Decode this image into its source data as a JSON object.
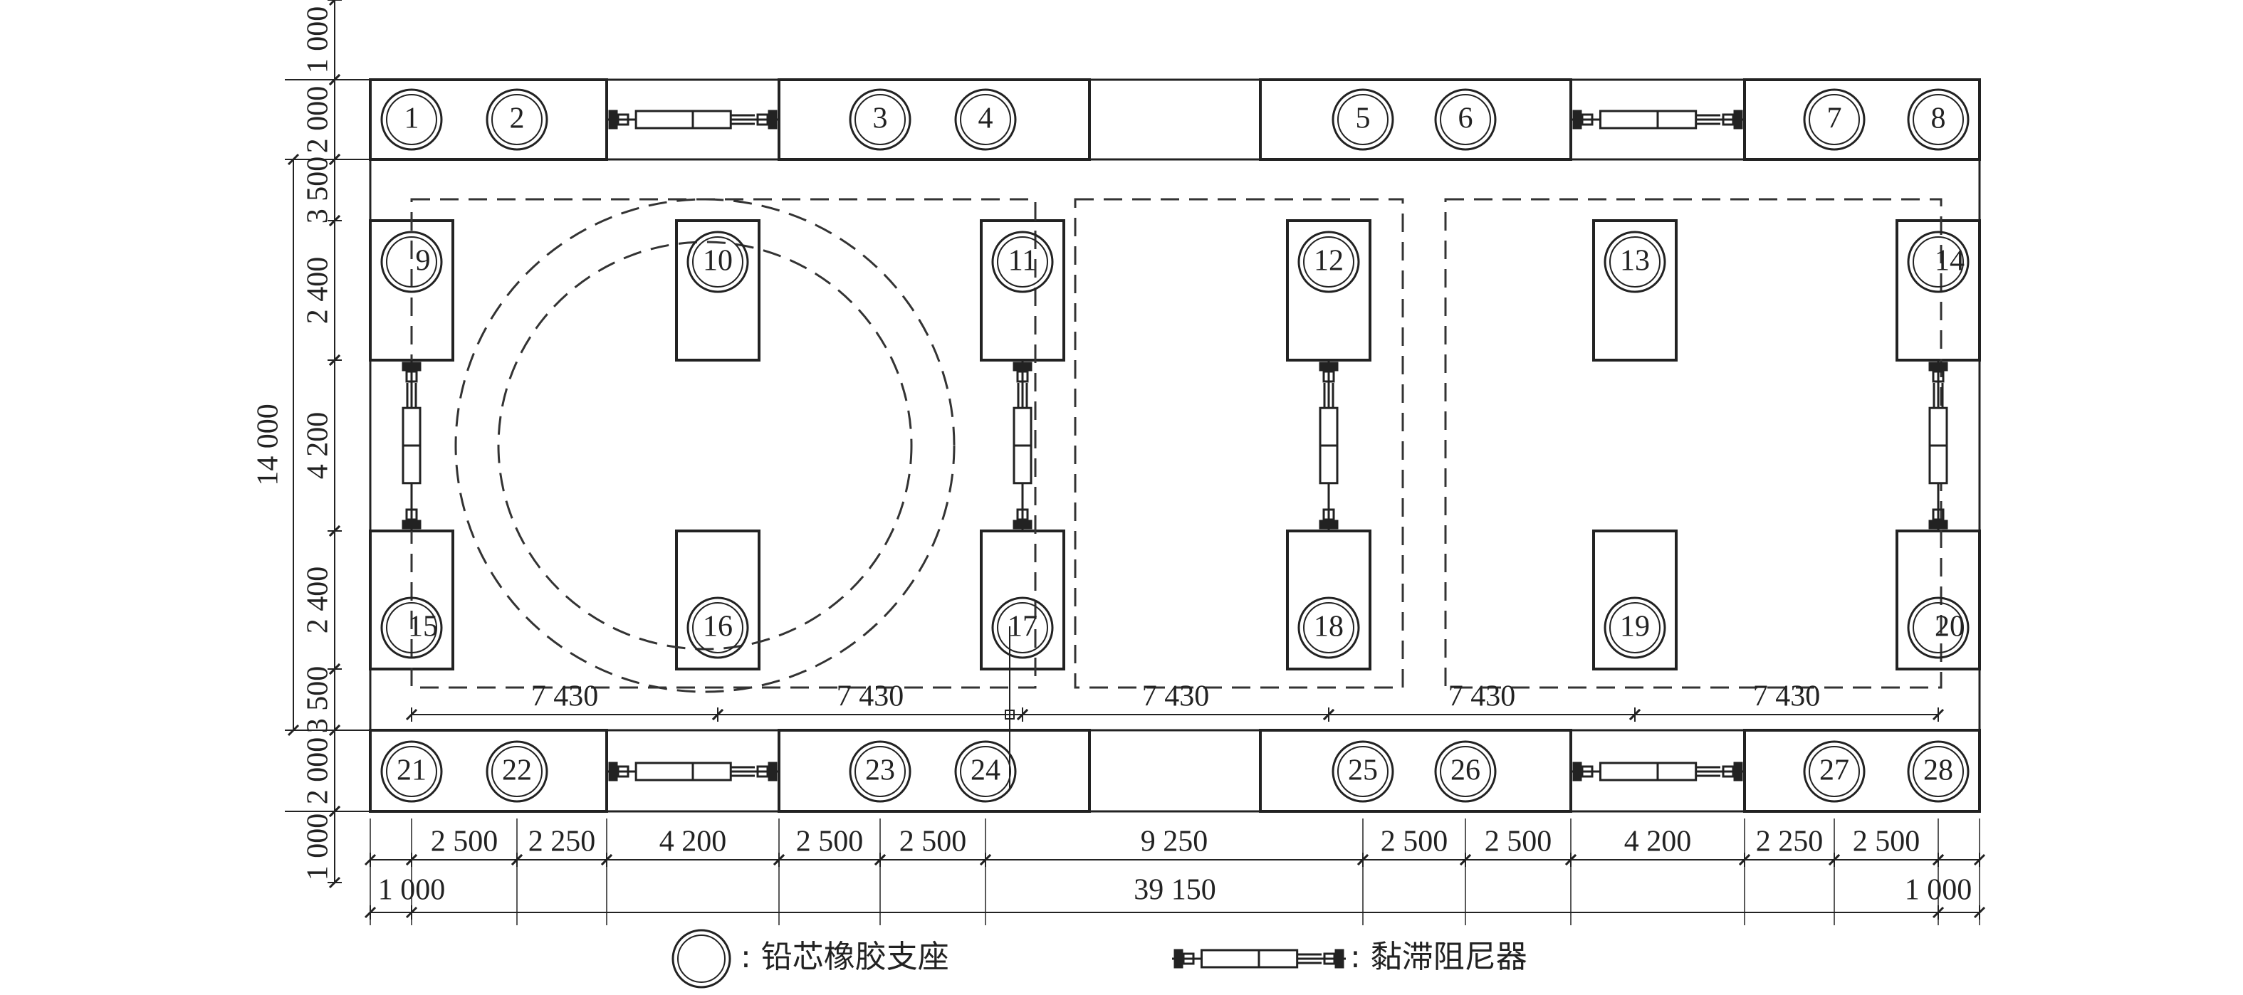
{
  "bearings": [
    {
      "id": "1",
      "label": "1"
    },
    {
      "id": "2",
      "label": "2"
    },
    {
      "id": "3",
      "label": "3"
    },
    {
      "id": "4",
      "label": "4"
    },
    {
      "id": "5",
      "label": "5"
    },
    {
      "id": "6",
      "label": "6"
    },
    {
      "id": "7",
      "label": "7"
    },
    {
      "id": "8",
      "label": "8"
    },
    {
      "id": "9",
      "label": "9"
    },
    {
      "id": "10",
      "label": "10"
    },
    {
      "id": "11",
      "label": "11"
    },
    {
      "id": "12",
      "label": "12"
    },
    {
      "id": "13",
      "label": "13"
    },
    {
      "id": "14",
      "label": "14"
    },
    {
      "id": "15",
      "label": "15"
    },
    {
      "id": "16",
      "label": "16"
    },
    {
      "id": "17",
      "label": "17"
    },
    {
      "id": "18",
      "label": "18"
    },
    {
      "id": "19",
      "label": "19"
    },
    {
      "id": "20",
      "label": "20"
    },
    {
      "id": "21",
      "label": "21"
    },
    {
      "id": "22",
      "label": "22"
    },
    {
      "id": "23",
      "label": "23"
    },
    {
      "id": "24",
      "label": "24"
    },
    {
      "id": "25",
      "label": "25"
    },
    {
      "id": "26",
      "label": "26"
    },
    {
      "id": "27",
      "label": "27"
    },
    {
      "id": "28",
      "label": "28"
    }
  ],
  "dimensions": {
    "left_vertical": [
      "1 000",
      "2 000",
      "3 500",
      "2 400",
      "4 200",
      "2 400",
      "3 500",
      "2 000",
      "1 000"
    ],
    "left_total": "14 000",
    "span_row": [
      "7 430",
      "7 430",
      "7 430",
      "7 430",
      "7 430"
    ],
    "bottom_row": [
      "2 500",
      "2 250",
      "4 200",
      "2 500",
      "2 500",
      "9 250",
      "2 500",
      "2 500",
      "4 200",
      "2 250",
      "2 500"
    ],
    "overall": {
      "left": "1 000",
      "middle": "39 150",
      "right": "1 000"
    }
  },
  "legend": {
    "bearing_label": ": 铅芯橡胶支座",
    "damper_label": ": 黏滞阻尼器",
    "bearing_icon": "circle-bearing-icon",
    "damper_icon": "viscous-damper-icon"
  }
}
